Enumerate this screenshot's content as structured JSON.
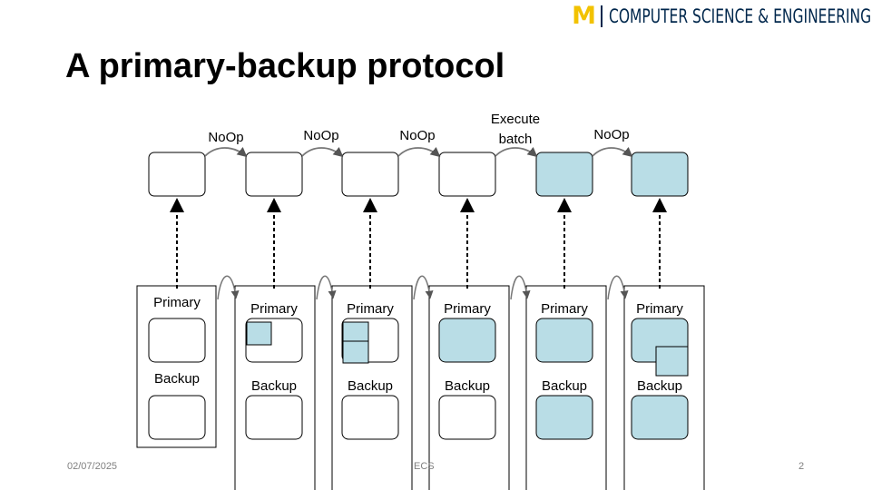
{
  "logo": {
    "mark": "M",
    "text": "COMPUTER SCIENCE & ENGINEERING"
  },
  "slide": {
    "title": "A primary-backup protocol"
  },
  "diagram": {
    "transitions": [
      "NoOp",
      "NoOp",
      "NoOp",
      "Execute batch",
      "NoOp"
    ],
    "columns": [
      {
        "primary_label": "Primary",
        "backup_label": "Backup",
        "top_shaded": false,
        "primary_shaded": false,
        "backup_shaded": false
      },
      {
        "primary_label": "Primary",
        "backup_label": "Backup",
        "top_shaded": false,
        "primary_shaded": false,
        "backup_shaded": false
      },
      {
        "primary_label": "Primary",
        "backup_label": "Backup",
        "top_shaded": false,
        "primary_shaded": false,
        "backup_shaded": false
      },
      {
        "primary_label": "Primary",
        "backup_label": "Backup",
        "top_shaded": false,
        "primary_shaded": true,
        "backup_shaded": false
      },
      {
        "primary_label": "Primary",
        "backup_label": "Backup",
        "top_shaded": true,
        "primary_shaded": true,
        "backup_shaded": true
      },
      {
        "primary_label": "Primary",
        "backup_label": "Backup",
        "top_shaded": true,
        "primary_shaded": true,
        "backup_shaded": true
      }
    ]
  },
  "footer": {
    "date": "02/07/2025",
    "center": "ECS",
    "page": "2"
  },
  "colors": {
    "shade": "#b9dde6",
    "logo_gold": "#f2c200",
    "logo_blue": "#00274c"
  }
}
